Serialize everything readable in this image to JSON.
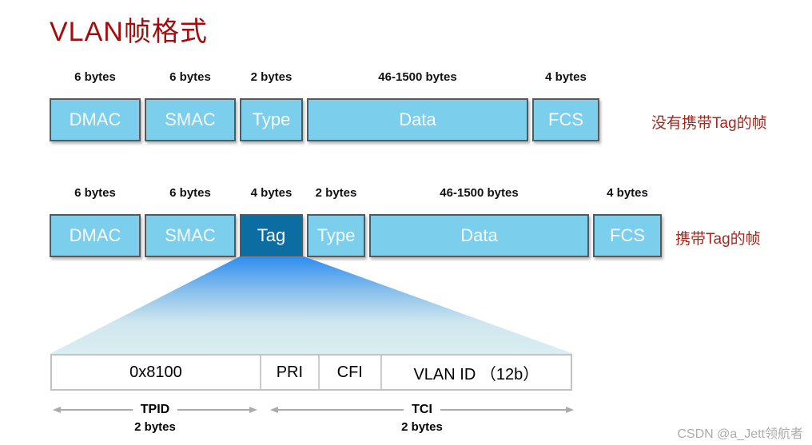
{
  "title": "VLAN帧格式",
  "frames": [
    {
      "annotation": "没有携带Tag的帧",
      "fields": [
        {
          "size": "6 bytes",
          "label": "DMAC"
        },
        {
          "size": "6 bytes",
          "label": "SMAC"
        },
        {
          "size": "2 bytes",
          "label": "Type"
        },
        {
          "size": "46-1500 bytes",
          "label": "Data"
        },
        {
          "size": "4 bytes",
          "label": "FCS"
        }
      ]
    },
    {
      "annotation": "携带Tag的帧",
      "fields": [
        {
          "size": "6 bytes",
          "label": "DMAC"
        },
        {
          "size": "6 bytes",
          "label": "SMAC"
        },
        {
          "size": "4 bytes",
          "label": "Tag"
        },
        {
          "size": "2 bytes",
          "label": "Type"
        },
        {
          "size": "46-1500 bytes",
          "label": "Data"
        },
        {
          "size": "4 bytes",
          "label": "FCS"
        }
      ]
    }
  ],
  "tag_detail": {
    "cells": [
      {
        "label": "0x8100"
      },
      {
        "label": "PRI"
      },
      {
        "label": "CFI"
      },
      {
        "label": "VLAN ID （12b）"
      }
    ],
    "spans": [
      {
        "label": "TPID",
        "size": "2 bytes"
      },
      {
        "label": "TCI",
        "size": "2 bytes"
      }
    ]
  },
  "watermark": "CSDN @a_Jett领航者",
  "colors": {
    "field_fill": "#7BCEEC",
    "tag_fill": "#0C6DA2",
    "title_red": "#A30D0D",
    "annotation_red": "#A3291F",
    "funnel_top_blue": "#2E8DF0",
    "funnel_bottom": "#DAEEF2",
    "arrow_gray": "#ABABAB",
    "border_gray": "#57585A"
  }
}
